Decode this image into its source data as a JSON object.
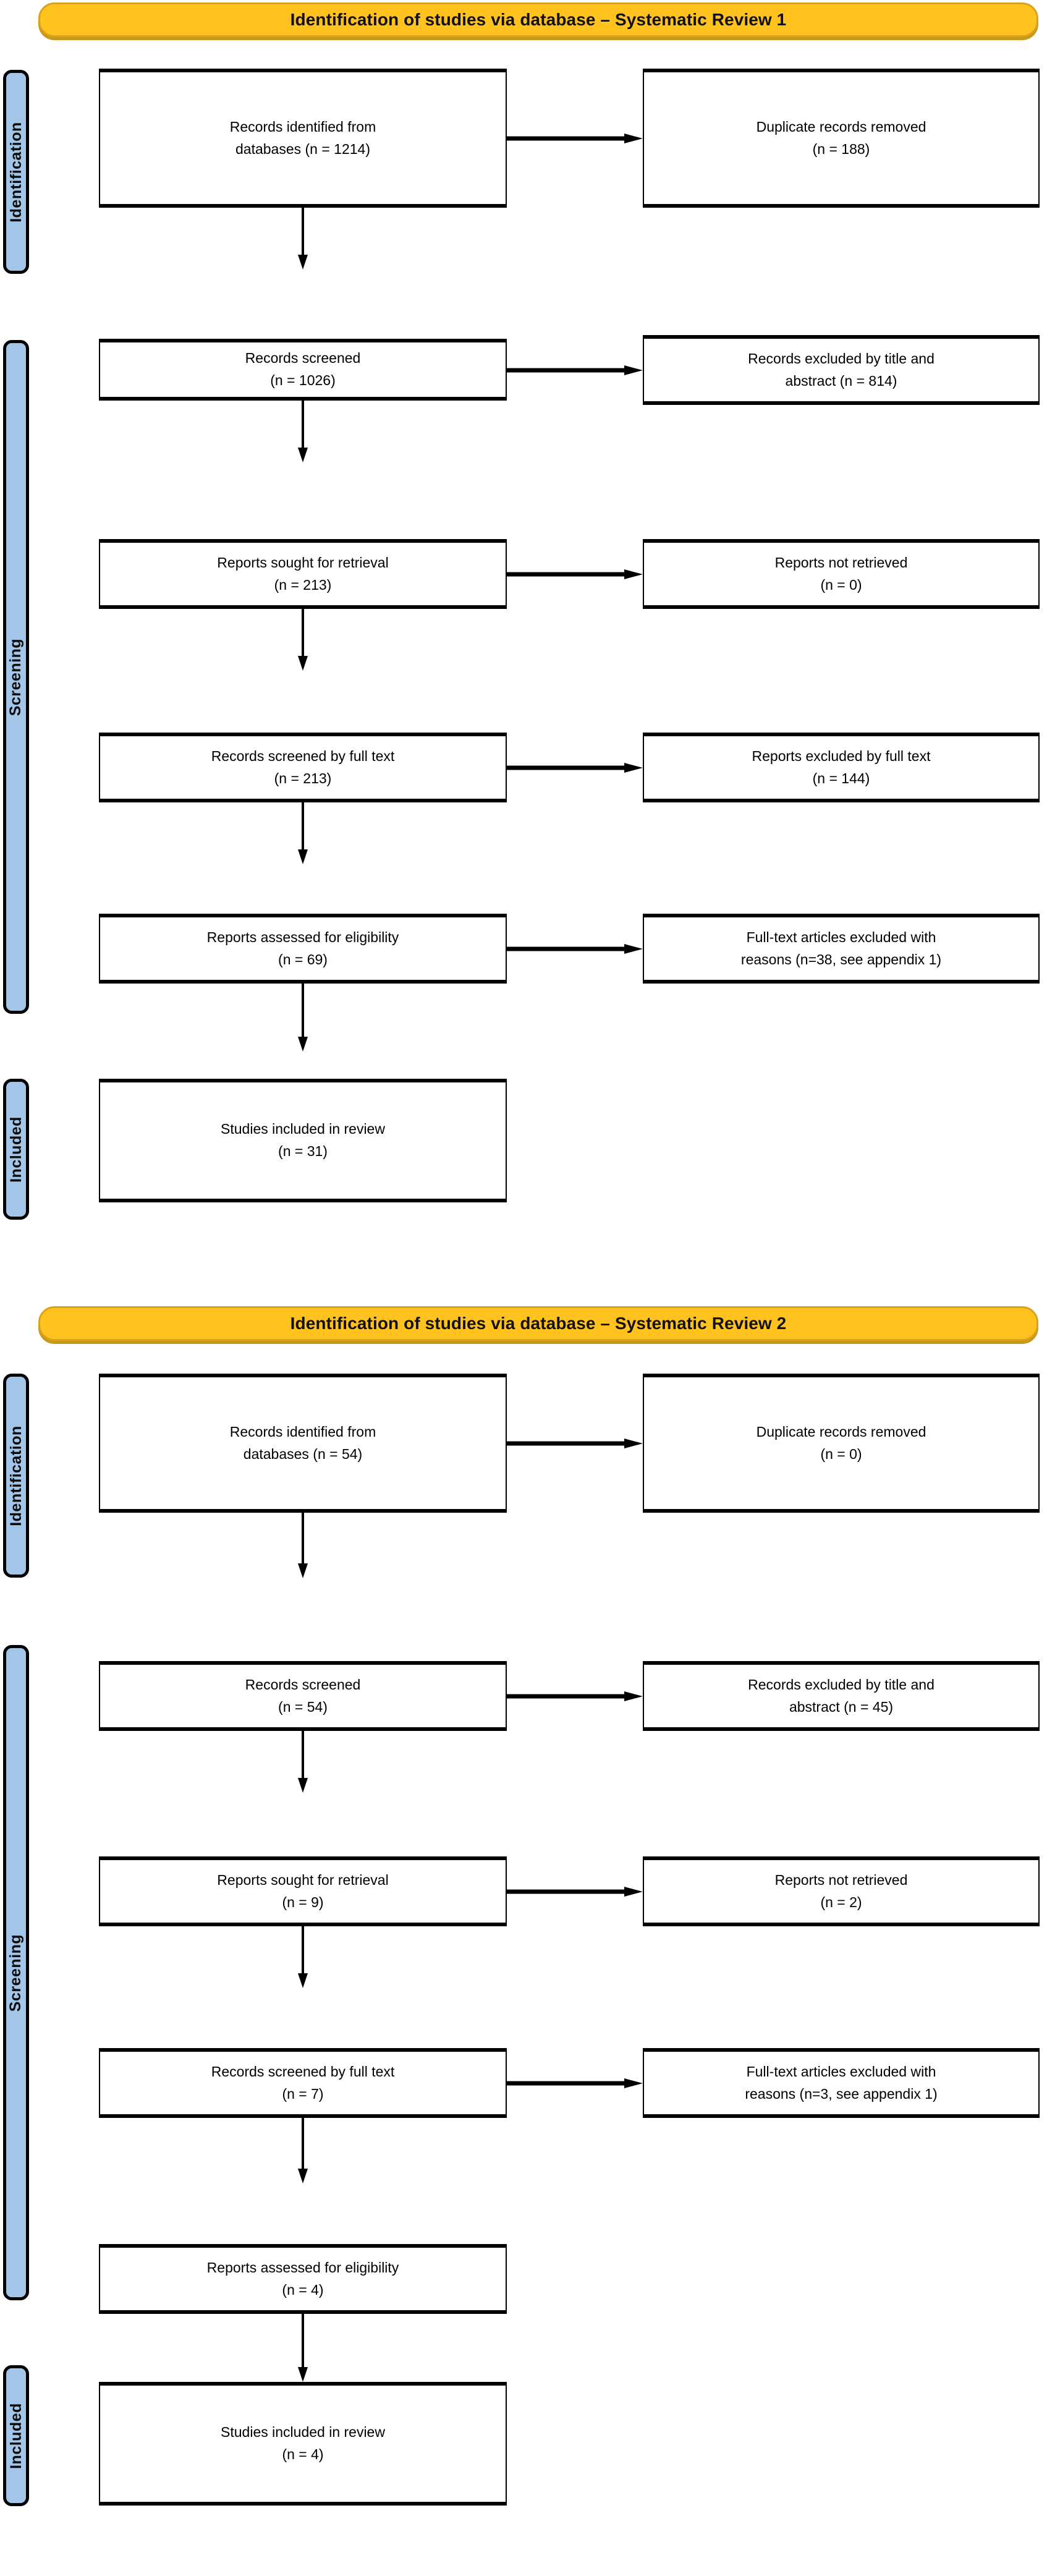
{
  "figure": {
    "type": "prisma-flow-diagram",
    "colors": {
      "header_fill": "#FFC21E",
      "header_border": "#D9A21B",
      "rail_fill": "#A3C6E8",
      "box_fill": "#FFFFFF",
      "line": "#000000"
    }
  },
  "reviews": [
    {
      "header": "Identification of studies via database – Systematic Review 1",
      "rails": [
        {
          "label": "Identification"
        },
        {
          "label": "Screening"
        },
        {
          "label": "Included"
        }
      ],
      "rows": [
        {
          "left": "Records identified from\ndatabases (n = 1214)",
          "right": "Duplicate records removed\n(n = 188)"
        },
        {
          "left": "Records screened\n(n = 1026)",
          "right": "Records excluded by title and\nabstract (n = 814)"
        },
        {
          "left": "Reports sought for retrieval\n(n = 213)",
          "right": "Reports not retrieved\n(n = 0)"
        },
        {
          "left": "Records screened by full text\n(n = 213)",
          "right": "Reports excluded by full text\n(n = 144)"
        },
        {
          "left": "Reports assessed for eligibility\n(n = 69)",
          "right": "Full-text articles excluded with\nreasons (n=38, see appendix 1)"
        },
        {
          "left": "Studies included in review\n(n = 31)",
          "right": null
        }
      ]
    },
    {
      "header": "Identification of studies via database – Systematic Review 2",
      "rails": [
        {
          "label": "Identification"
        },
        {
          "label": "Screening"
        },
        {
          "label": "Included"
        }
      ],
      "rows": [
        {
          "left": "Records identified from\ndatabases (n = 54)",
          "right": "Duplicate records removed\n(n = 0)"
        },
        {
          "left": "Records screened\n(n = 54)",
          "right": "Records excluded by title and\nabstract (n = 45)"
        },
        {
          "left": "Reports sought for retrieval\n(n = 9)",
          "right": "Reports not retrieved\n(n = 2)"
        },
        {
          "left": "Records screened by full text\n(n = 7)",
          "right": "Full-text articles excluded with\nreasons (n=3, see appendix 1)"
        },
        {
          "left": "Reports assessed for eligibility\n(n = 4)",
          "right": null
        },
        {
          "left": "Studies included in review\n(n = 4)",
          "right": null
        }
      ]
    }
  ]
}
